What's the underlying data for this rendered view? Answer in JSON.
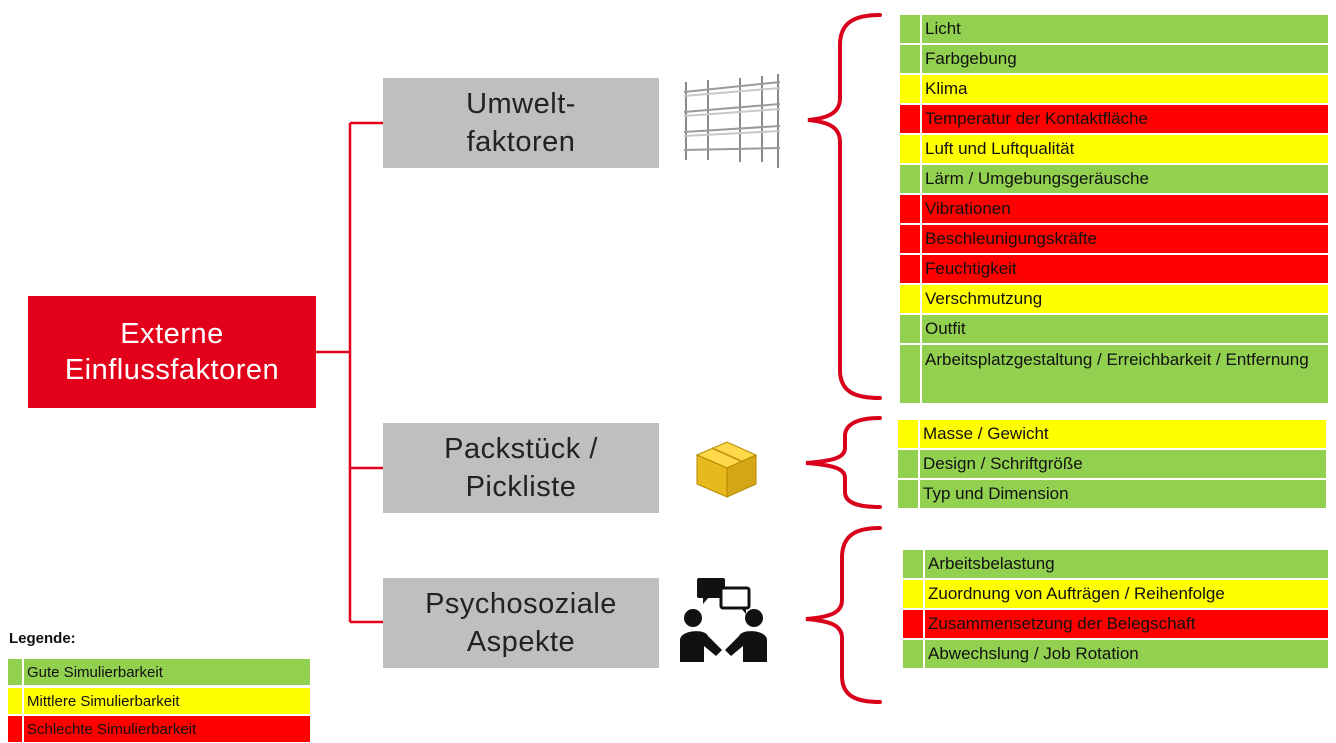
{
  "root": {
    "line1": "Externe",
    "line2": "Einflussfaktoren"
  },
  "categories": [
    {
      "line1": "Umwelt-",
      "line2": "faktoren",
      "icon": "shelf-icon",
      "items": [
        {
          "label": "Licht",
          "rating": "good"
        },
        {
          "label": "Farbgebung",
          "rating": "good"
        },
        {
          "label": "Klima",
          "rating": "medium"
        },
        {
          "label": "Temperatur der Kontaktfläche",
          "rating": "bad"
        },
        {
          "label": "Luft und Luftqualität",
          "rating": "medium"
        },
        {
          "label": "Lärm / Umgebungsgeräusche",
          "rating": "good"
        },
        {
          "label": "Vibrationen",
          "rating": "bad"
        },
        {
          "label": "Beschleunigungskräfte",
          "rating": "bad"
        },
        {
          "label": "Feuchtigkeit",
          "rating": "bad"
        },
        {
          "label": "Verschmutzung",
          "rating": "medium"
        },
        {
          "label": "Outfit",
          "rating": "good"
        },
        {
          "label": "Arbeitsplatzgestaltung / Erreichbarkeit / Entfernung",
          "rating": "good"
        }
      ]
    },
    {
      "line1": "Packstück /",
      "line2": "Pickliste",
      "icon": "box-icon",
      "items": [
        {
          "label": "Masse / Gewicht",
          "rating": "medium"
        },
        {
          "label": "Design / Schriftgröße",
          "rating": "good"
        },
        {
          "label": "Typ und Dimension",
          "rating": "good"
        }
      ]
    },
    {
      "line1": "Psychosoziale",
      "line2": "Aspekte",
      "icon": "people-talking-icon",
      "items": [
        {
          "label": "Arbeitsbelastung",
          "rating": "good"
        },
        {
          "label": "Zuordnung von Aufträgen / Reihenfolge",
          "rating": "medium"
        },
        {
          "label": "Zusammensetzung der Belegschaft",
          "rating": "bad"
        },
        {
          "label": "Abwechslung / Job Rotation",
          "rating": "good"
        }
      ]
    }
  ],
  "legend": {
    "title": "Legende:",
    "items": [
      {
        "label": "Gute Simulierbarkeit",
        "rating": "good"
      },
      {
        "label": "Mittlere Simulierbarkeit",
        "rating": "medium"
      },
      {
        "label": "Schlechte Simulierbarkeit",
        "rating": "bad"
      }
    ]
  },
  "colors": {
    "good": "#92d050",
    "medium": "#ffff00",
    "bad": "#ff0000",
    "root": "#e2001a",
    "category": "#bfbfbf",
    "connector": "#e2001a",
    "brace": "#d9001b"
  }
}
